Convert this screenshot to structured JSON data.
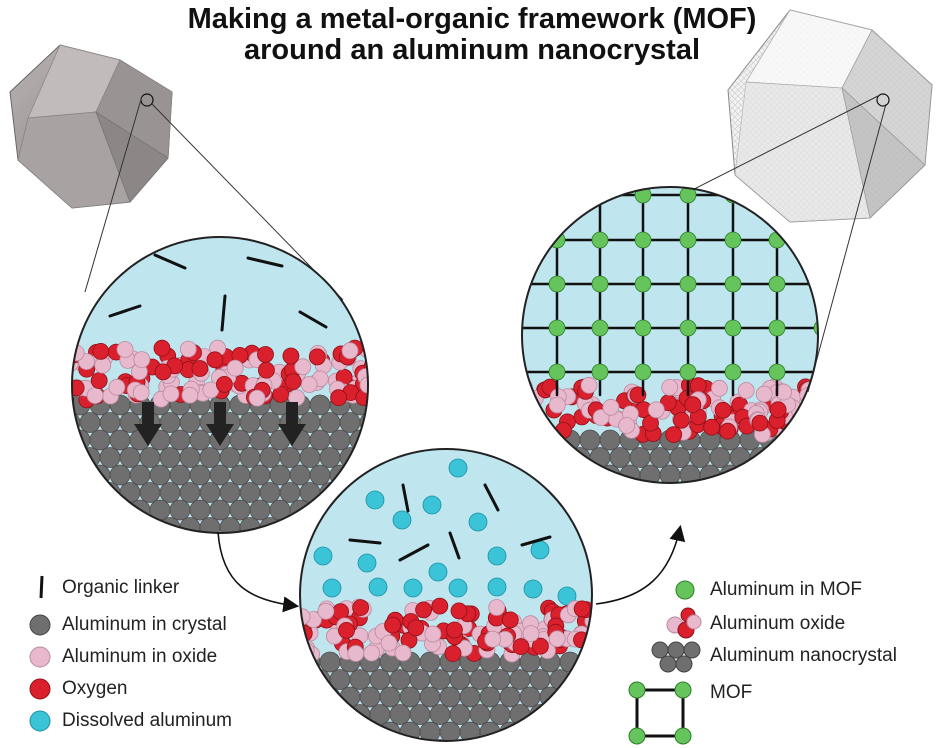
{
  "title": {
    "line1": "Making a metal-organic framework (MOF)",
    "line2": "around an aluminum nanocrystal"
  },
  "legend_left": [
    {
      "label": "Organic linker",
      "symbol": "linker"
    },
    {
      "label": "Aluminum in crystal",
      "symbol": "gray-circle"
    },
    {
      "label": "Aluminum in oxide",
      "symbol": "pink-circle"
    },
    {
      "label": "Oxygen",
      "symbol": "red-circle"
    },
    {
      "label": "Dissolved aluminum",
      "symbol": "cyan-circle"
    }
  ],
  "legend_right": [
    {
      "label": "Aluminum in MOF",
      "symbol": "green-circle"
    },
    {
      "label": "Aluminum oxide",
      "symbol": "oxide-cluster"
    },
    {
      "label": "Aluminum nanocrystal",
      "symbol": "gray-cluster"
    },
    {
      "label": "MOF",
      "symbol": "mof-square"
    }
  ],
  "colors": {
    "solution": "#bfe6ee",
    "crystal_gray": "#6f6f6f",
    "oxide_pink": "#e8b8cc",
    "oxygen_red": "#d9202c",
    "dissolved_cyan": "#3bc3d8",
    "mof_green": "#66c45c"
  }
}
